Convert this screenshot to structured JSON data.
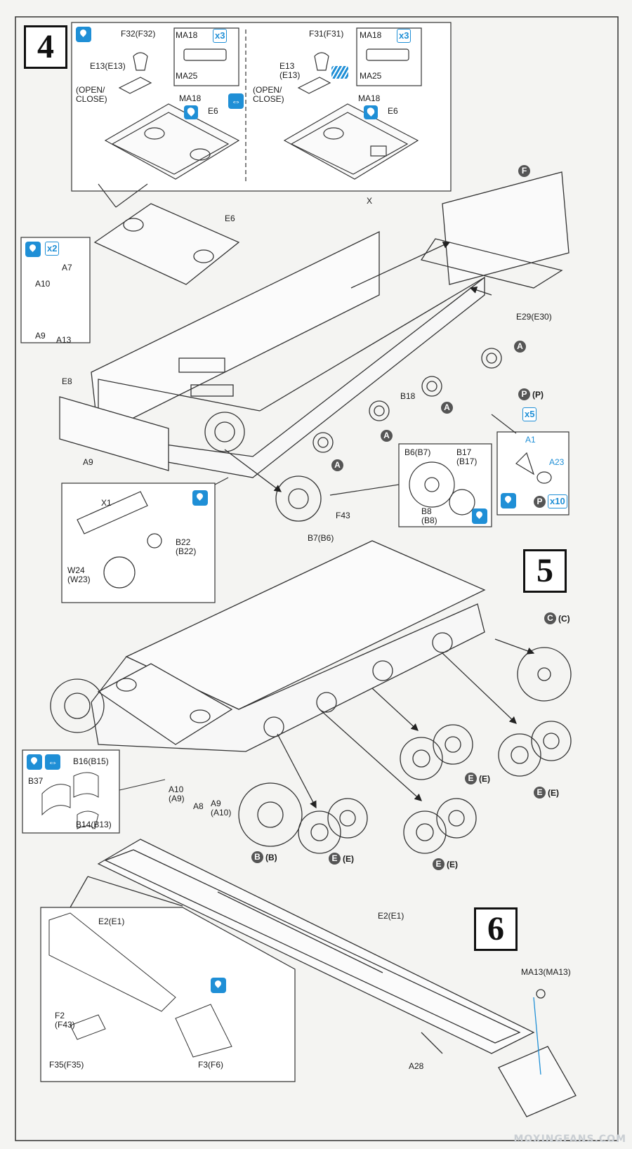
{
  "steps": {
    "s4": "4",
    "s5": "5",
    "s6": "6"
  },
  "step4": {
    "left_panel": {
      "f32": "F32(F32)",
      "e13": "E13(E13)",
      "open_close": "(OPEN/\nCLOSE)",
      "ma18_top": "MA18",
      "ma25": "MA25",
      "mult": "x3",
      "ma18": "MA18",
      "e6": "E6"
    },
    "right_panel": {
      "f31": "F31(F31)",
      "e13": "E13\n(E13)",
      "open_close": "(OPEN/\nCLOSE)",
      "ma18_top": "MA18",
      "ma25": "MA25",
      "mult": "x3",
      "ma18": "MA18",
      "e6": "E6"
    },
    "hull": {
      "e6": "E6",
      "x": "X",
      "f": "F",
      "e29": "E29(E30)",
      "e8": "E8",
      "a9": "A9",
      "b18": "B18",
      "a": "A",
      "p_pair": "(P)",
      "p": "P",
      "mult5": "x5",
      "f43": "F43",
      "b7": "B7(B6)"
    },
    "a_panel": {
      "mult": "x2",
      "a7": "A7",
      "a10": "A10",
      "a9": "A9",
      "a13": "A13"
    },
    "a1_panel": {
      "a1": "A1",
      "a23": "A23",
      "p": "P",
      "mult": "x10"
    },
    "b6_panel": {
      "b6": "B6(B7)",
      "b17": "B17\n(B17)",
      "b8": "B8\n(B8)"
    },
    "x1_panel": {
      "x1": "X1",
      "b22": "B22\n(B22)",
      "w24": "W24\n(W23)"
    }
  },
  "step5": {
    "c": "C",
    "c_pair": "(C)",
    "e": "E",
    "e_pair": "(E)",
    "b": "B",
    "b_pair": "(B)",
    "a10": "A10\n(A9)",
    "a8": "A8",
    "a9": "A9\n(A10)",
    "panel": {
      "b16": "B16(B15)",
      "b37": "B37",
      "b14": "B14(B13)"
    }
  },
  "step6": {
    "e2_main": "E2(E1)",
    "ma13": "MA13(MA13)",
    "a28": "A28",
    "panel": {
      "e2": "E2(E1)",
      "f2": "F2\n(F43)",
      "f35": "F35(F35)",
      "f3": "F3(F6)"
    }
  },
  "watermark": "MOXINGFANS.COM"
}
